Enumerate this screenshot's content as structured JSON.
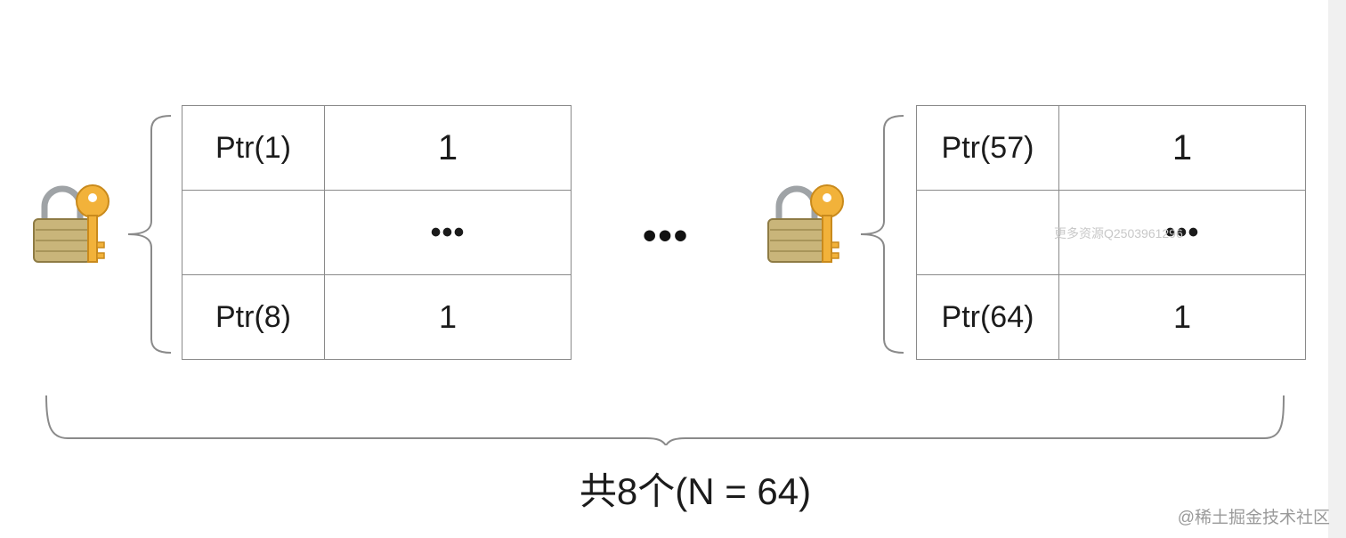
{
  "shards": [
    {
      "rows": [
        {
          "key": "Ptr(1)",
          "value": "1"
        },
        {
          "key": "",
          "value": "•••"
        },
        {
          "key": "Ptr(8)",
          "value": "1"
        }
      ]
    },
    {
      "rows": [
        {
          "key": "Ptr(57)",
          "value": "1"
        },
        {
          "key": "",
          "value": "•••"
        },
        {
          "key": "Ptr(64)",
          "value": "1"
        }
      ]
    }
  ],
  "between_ellipsis": "•••",
  "caption": "共8个(N = 64)",
  "watermark_center": "更多资源Q2503961296",
  "watermark_corner": "@稀土掘金技术社区",
  "icons": {
    "lock": "lock-with-key-icon",
    "brace": "curly-brace-icon"
  }
}
